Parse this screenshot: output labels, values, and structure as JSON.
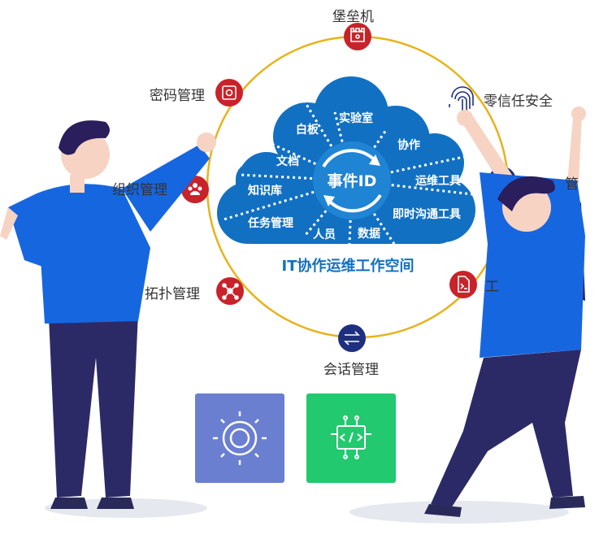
{
  "colors": {
    "ring": "#e8b21a",
    "node_red": "#c8232a",
    "node_navy": "#1d2f7e",
    "cloud": "#1270c2",
    "cloud_light": "#1f84d4",
    "shirt": "#1666e0",
    "pants": "#2c2a66",
    "hair": "#2a1e5c",
    "skin": "#f7d3c4",
    "tile_gear": "#6b7fd0",
    "tile_code": "#22c96e"
  },
  "ring_nodes": [
    {
      "label": "堡垒机",
      "icon": "fortress-icon"
    },
    {
      "label": "零信任安全",
      "icon": "fingerprint-icon"
    },
    {
      "label": "",
      "icon": "shield-gear-icon"
    },
    {
      "label": "",
      "icon": "terminal-icon"
    },
    {
      "label": "会话管理",
      "icon": "swap-arrows-icon"
    },
    {
      "label": "拓扑管理",
      "icon": "topology-icon"
    },
    {
      "label": "组织管理",
      "icon": "team-icon"
    },
    {
      "label": "密码管理",
      "icon": "safe-icon"
    }
  ],
  "cloud": {
    "center": "事件ID",
    "segments": [
      "实验室",
      "协作",
      "运维工具",
      "即时沟通工具",
      "数据",
      "人员",
      "任务管理",
      "知识库",
      "文档",
      "白板"
    ],
    "caption": "IT协作运维工作空间"
  },
  "partial_labels": {
    "right_top_fragment": "管",
    "right_mid_fragment": "工"
  },
  "tiles": [
    {
      "name": "gear",
      "icon": "gear-icon"
    },
    {
      "name": "code",
      "icon": "code-chip-icon"
    }
  ]
}
